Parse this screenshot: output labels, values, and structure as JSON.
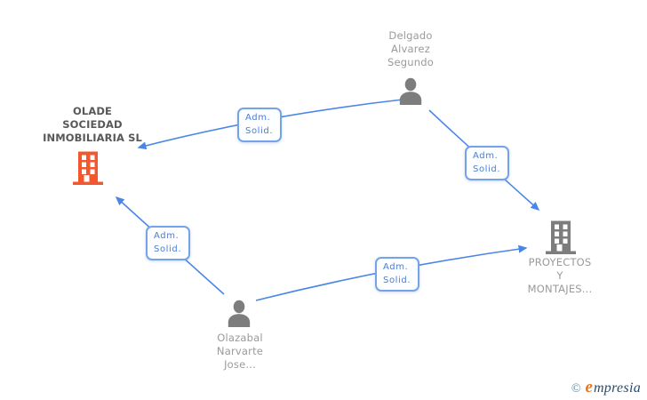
{
  "colors": {
    "edge_blue": "#4a86e8",
    "edge_label_blue": "#4a7dd8",
    "node_text_gray": "#9a9a9a",
    "company_emphasis_text": "#58585a",
    "building_orange": "#f4572e",
    "building_gray": "#7d7d7d",
    "person_gray": "#7d7d7d",
    "logo_orange": "#e8761f",
    "logo_navy": "#2c4a66",
    "logo_copyright": "#5d8396"
  },
  "nodes": [
    {
      "id": "person-delgado",
      "type": "person",
      "label": "Delgado\nAlvarez\nSegundo"
    },
    {
      "id": "company-olade",
      "type": "company",
      "label": "OLADE\nSOCIEDAD\nINMOBILIARIA SL",
      "emphasis": true,
      "icon_color": "#f4572e"
    },
    {
      "id": "person-olazabal",
      "type": "person",
      "label": "Olazabal\nNarvarte\nJose..."
    },
    {
      "id": "company-proyectos",
      "type": "company",
      "label": "PROYECTOS\nY\nMONTAJES...",
      "icon_color": "#7d7d7d"
    }
  ],
  "edges": [
    {
      "from": "person-delgado",
      "to": "company-olade",
      "label": "Adm.\nSolid."
    },
    {
      "from": "person-delgado",
      "to": "company-proyectos",
      "label": "Adm.\nSolid."
    },
    {
      "from": "person-olazabal",
      "to": "company-olade",
      "label": "Adm.\nSolid."
    },
    {
      "from": "person-olazabal",
      "to": "company-proyectos",
      "label": "Adm.\nSolid."
    }
  ],
  "footer": {
    "copyright_symbol": "©",
    "brand_first_letter": "e",
    "brand_rest": "mpresia"
  }
}
